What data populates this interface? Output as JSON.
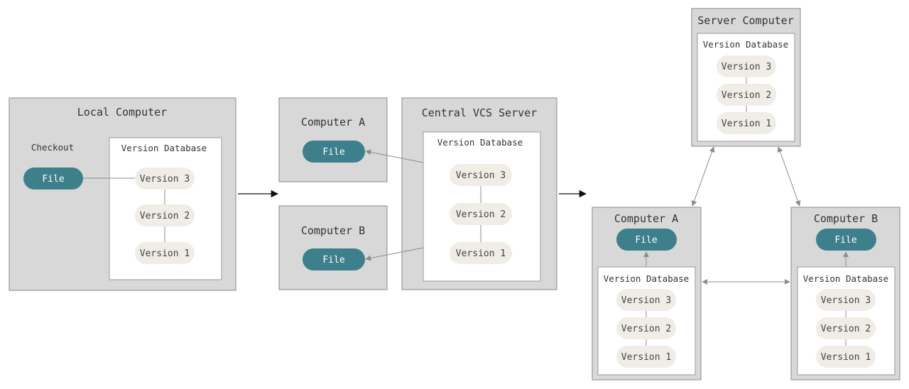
{
  "colors": {
    "box_fill": "#d8d8d8",
    "box_border": "#9a9a9a",
    "file_pill": "#3d7f8a",
    "version_pill": "#efede6",
    "connector": "#8c8c8c",
    "flow_arrow": "#111111"
  },
  "local": {
    "title": "Local Computer",
    "checkout_label": "Checkout",
    "file_label": "File",
    "database_title": "Version Database",
    "versions": [
      "Version 3",
      "Version 2",
      "Version 1"
    ]
  },
  "centralized": {
    "computer_a": {
      "title": "Computer A",
      "file_label": "File"
    },
    "computer_b": {
      "title": "Computer B",
      "file_label": "File"
    },
    "server": {
      "title": "Central VCS Server",
      "database_title": "Version Database",
      "versions": [
        "Version 3",
        "Version 2",
        "Version 1"
      ]
    }
  },
  "distributed": {
    "server": {
      "title": "Server Computer",
      "database_title": "Version Database",
      "versions": [
        "Version 3",
        "Version 2",
        "Version 1"
      ]
    },
    "computer_a": {
      "title": "Computer A",
      "file_label": "File",
      "database_title": "Version Database",
      "versions": [
        "Version 3",
        "Version 2",
        "Version 1"
      ]
    },
    "computer_b": {
      "title": "Computer B",
      "file_label": "File",
      "database_title": "Version Database",
      "versions": [
        "Version 3",
        "Version 2",
        "Version 1"
      ]
    }
  }
}
